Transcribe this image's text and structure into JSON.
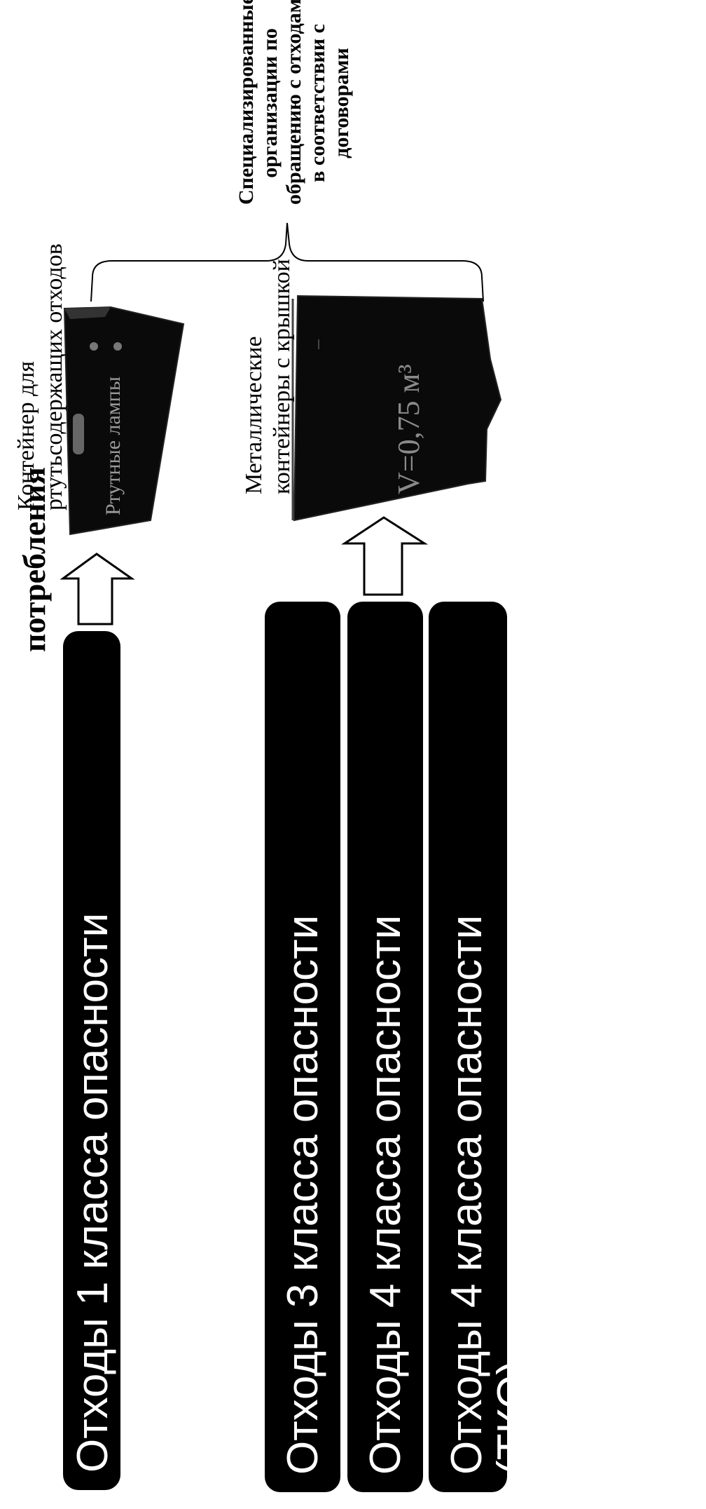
{
  "header": {
    "title": "потребления"
  },
  "waste_classes": [
    {
      "label_lines": [
        "Отходы 1 класса опасности"
      ]
    },
    {
      "label_lines": [
        "Отходы 3 класса опасности"
      ]
    },
    {
      "label_lines": [
        "Отходы 4 класса опасности"
      ]
    },
    {
      "label_lines": [
        "Отходы 4 класса опасности",
        "(ТКО)"
      ]
    }
  ],
  "containers": {
    "mercury": {
      "label_lines": [
        "Контейнер для",
        "ртутьсодержащих отходов"
      ],
      "stamp_text": "Ртутные лампы"
    },
    "metal": {
      "label_lines": [
        "Металлические",
        "контейнеры с крышкой"
      ],
      "volume_text": "V=0,75 м³"
    }
  },
  "destination": {
    "label_lines": [
      "Специализированные",
      "организации по",
      "обращению с отходами",
      "в соответствии с",
      "договорами"
    ]
  },
  "colors": {
    "pill_fill": "#000000",
    "pill_text": "#ffffff",
    "container_fill": "#0a0a0a",
    "line": "#000000"
  }
}
